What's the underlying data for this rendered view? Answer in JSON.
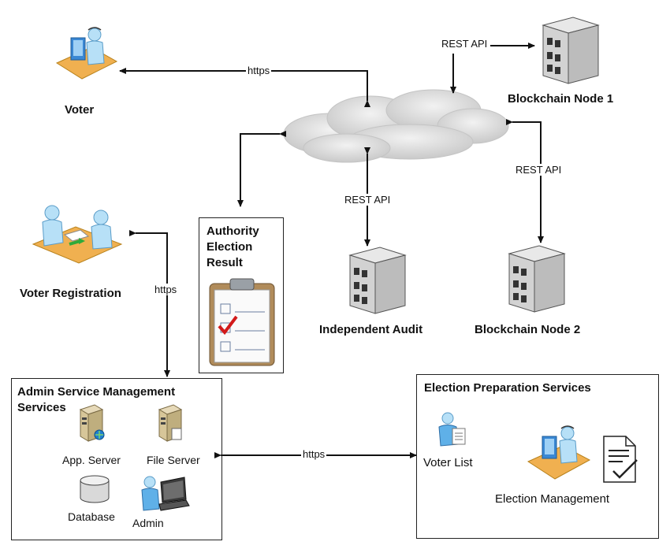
{
  "nodes": {
    "voter": "Voter",
    "blockchain_node_1": "Blockchain Node 1",
    "blockchain_node_2": "Blockchain Node 2",
    "independent_audit": "Independent Audit",
    "voter_registration": "Voter Registration",
    "authority_election_result": [
      "Authority",
      "Election",
      "Result"
    ]
  },
  "connections": {
    "https_voter": "https",
    "https_registration": "https",
    "https_services": "https",
    "rest_api_node1": "REST API",
    "rest_api_node2": "REST API",
    "rest_api_audit": "REST API"
  },
  "admin_box": {
    "title": [
      "Admin Service Management",
      "Services"
    ],
    "app_server": "App. Server",
    "file_server": "File Server",
    "database": "Database",
    "admin": "Admin"
  },
  "election_box": {
    "title": "Election Preparation Services",
    "voter_list": "Voter List",
    "election_management": "Election Management"
  }
}
